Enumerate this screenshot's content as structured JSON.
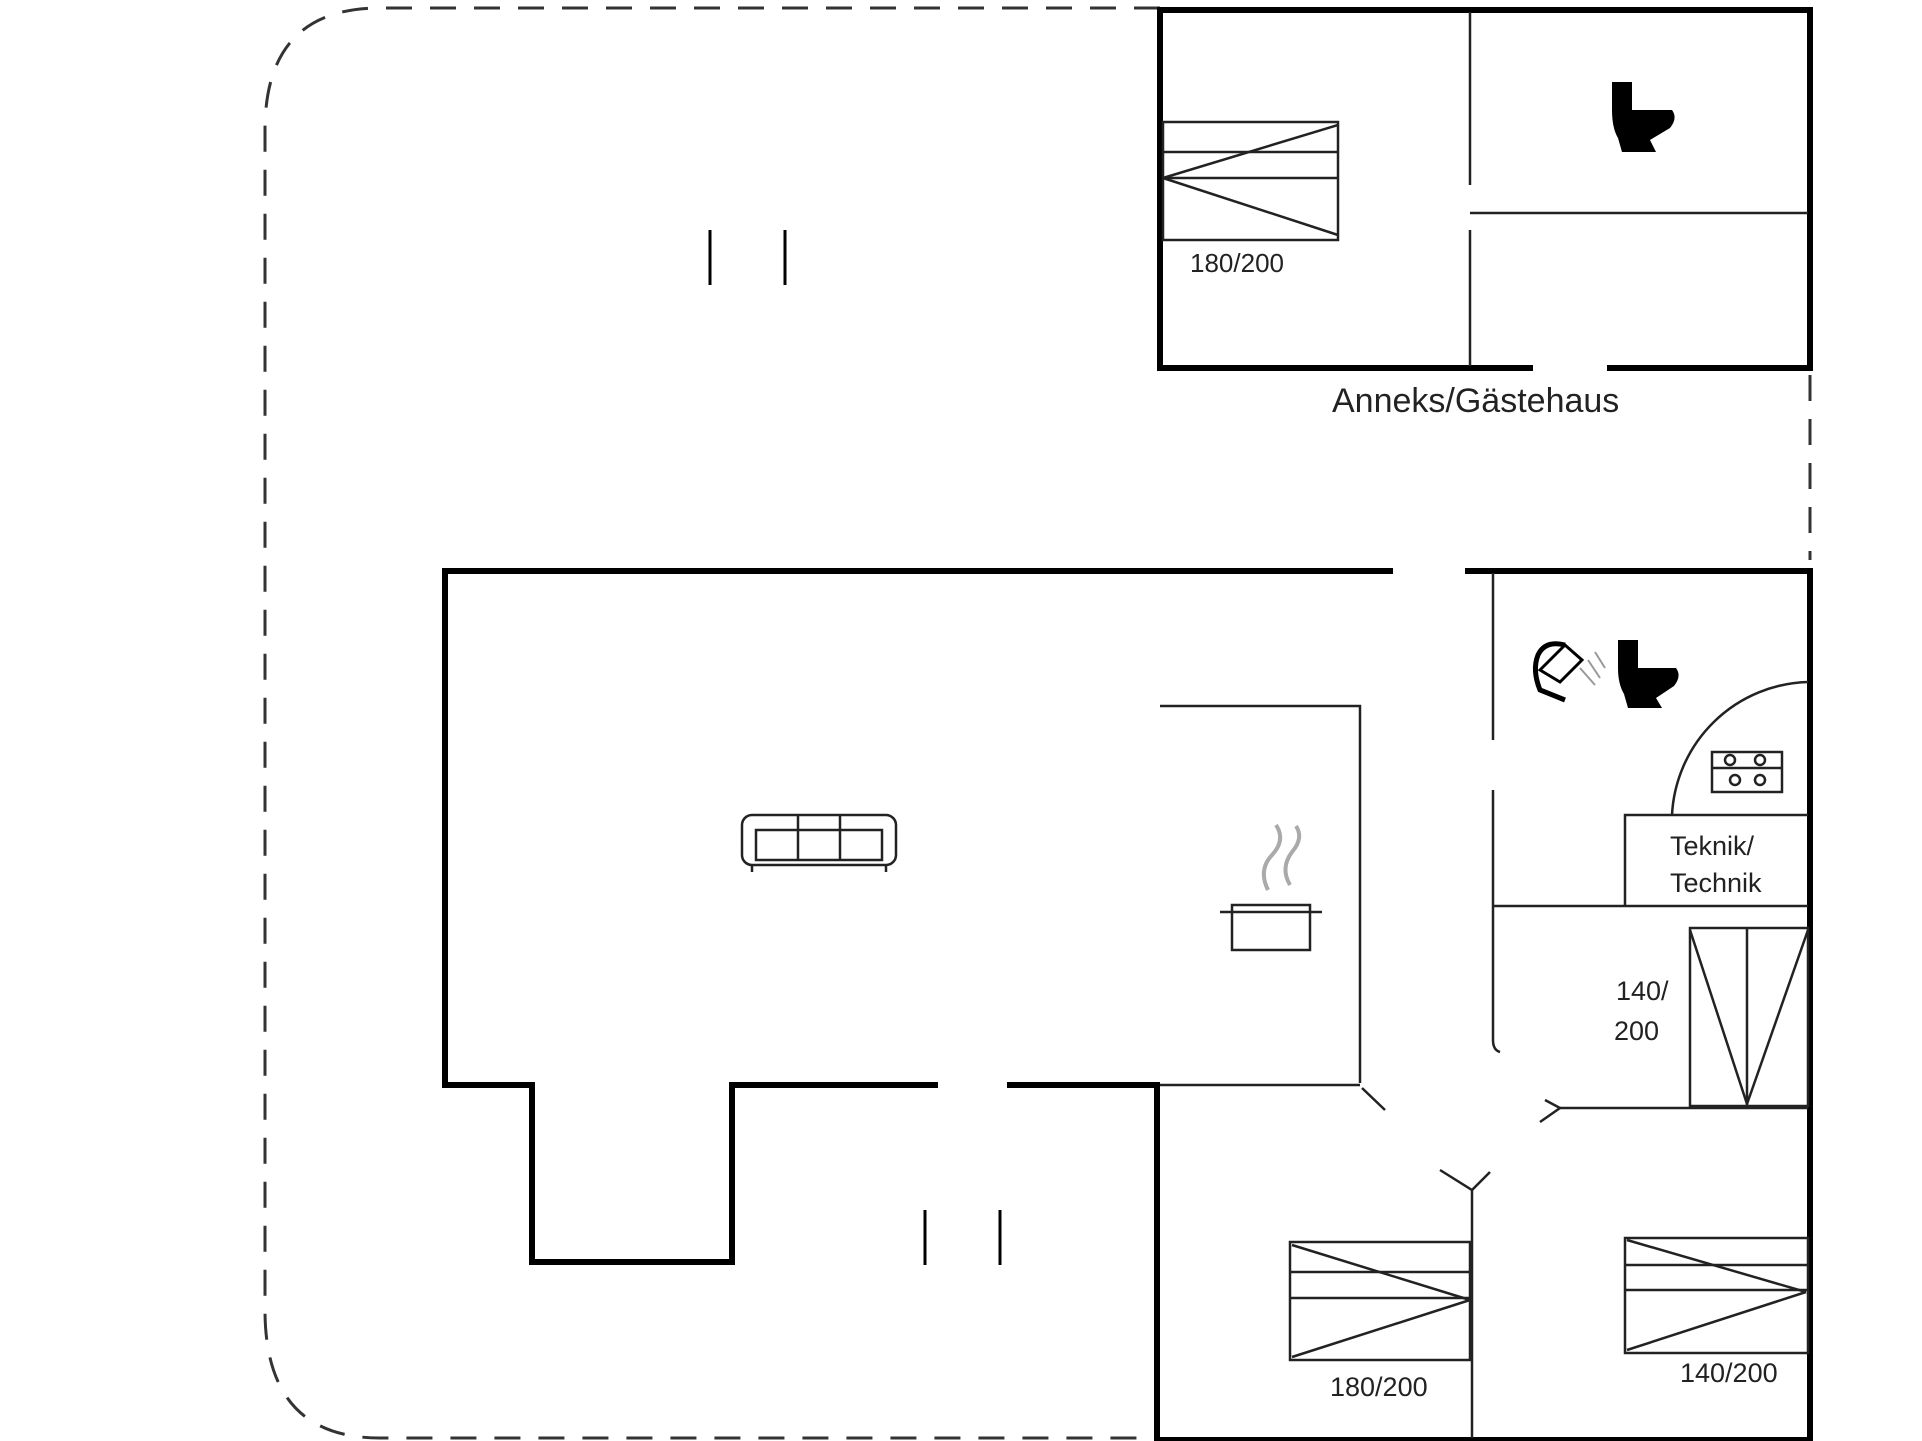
{
  "annex": {
    "name": "Anneks/Gästehaus",
    "bed_label": "180/200"
  },
  "main_house": {
    "utility_label_line1": "Teknik/",
    "utility_label_line2": "Technik",
    "bed_side_label_line1": "140/",
    "bed_side_label_line2": "200",
    "bed_bottom_left_label": "180/200",
    "bed_bottom_right_label": "140/200"
  },
  "icons": [
    "toilet-icon",
    "shower-icon",
    "sofa-icon",
    "cooking-pot-icon",
    "washer-dryer-icon",
    "bed-icon"
  ]
}
